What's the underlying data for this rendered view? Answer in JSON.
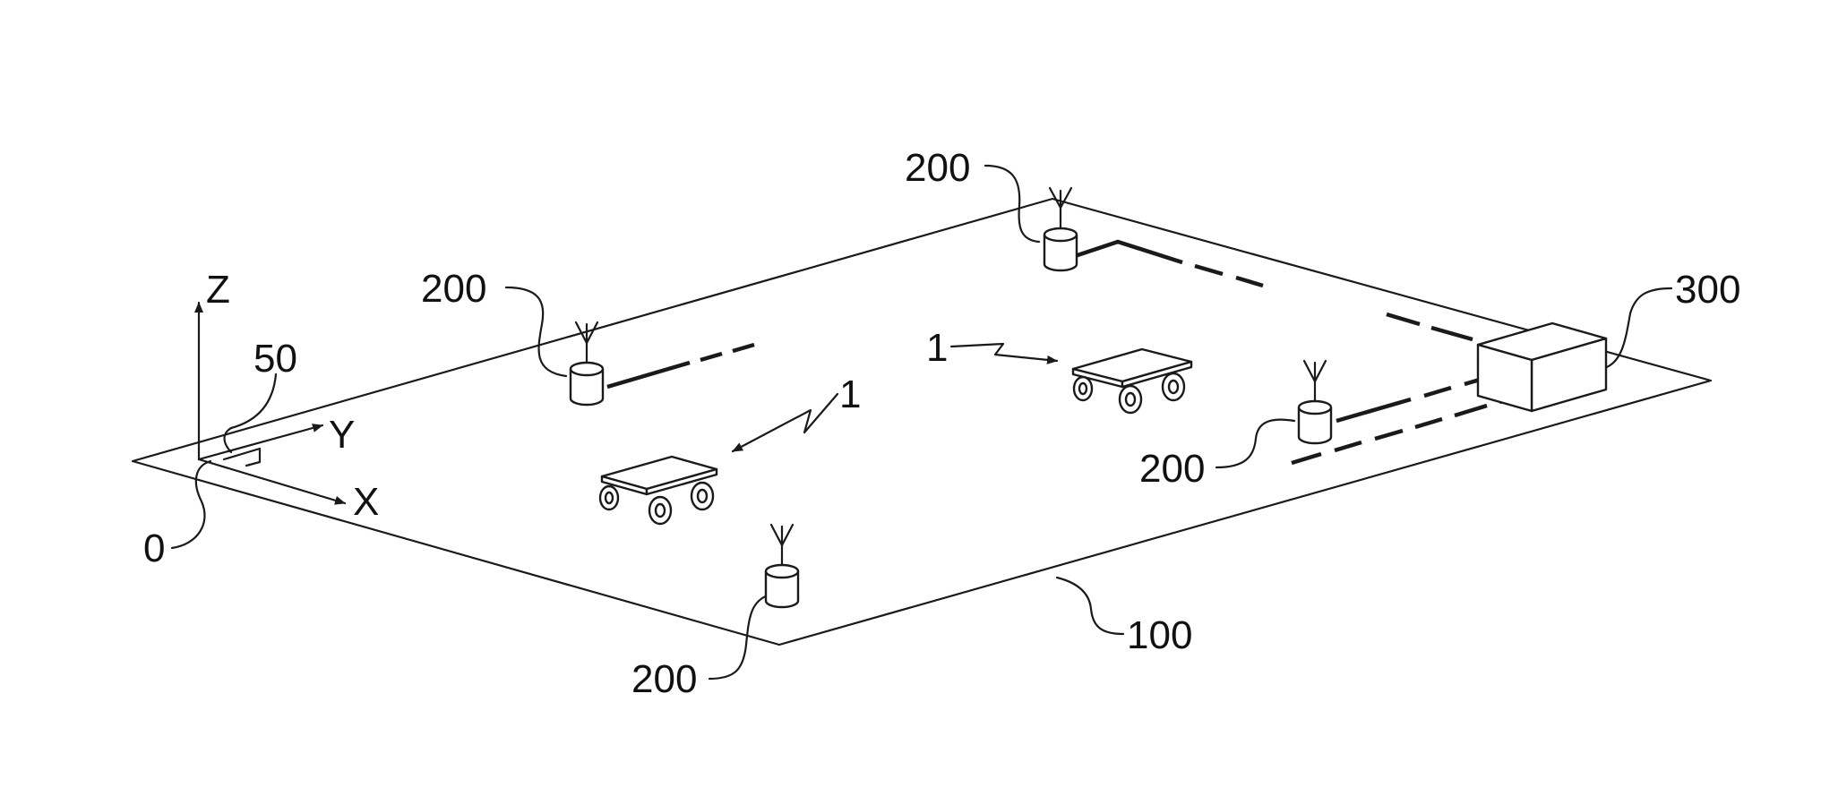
{
  "labels": {
    "axis_z": "Z",
    "axis_y": "Y",
    "axis_x": "X",
    "origin": "0",
    "marker": "50",
    "vehicle_a": "1",
    "vehicle_b": "1",
    "beacon_top": "200",
    "beacon_left": "200",
    "beacon_right": "200",
    "beacon_bottom": "200",
    "controller": "300",
    "floor": "100"
  }
}
